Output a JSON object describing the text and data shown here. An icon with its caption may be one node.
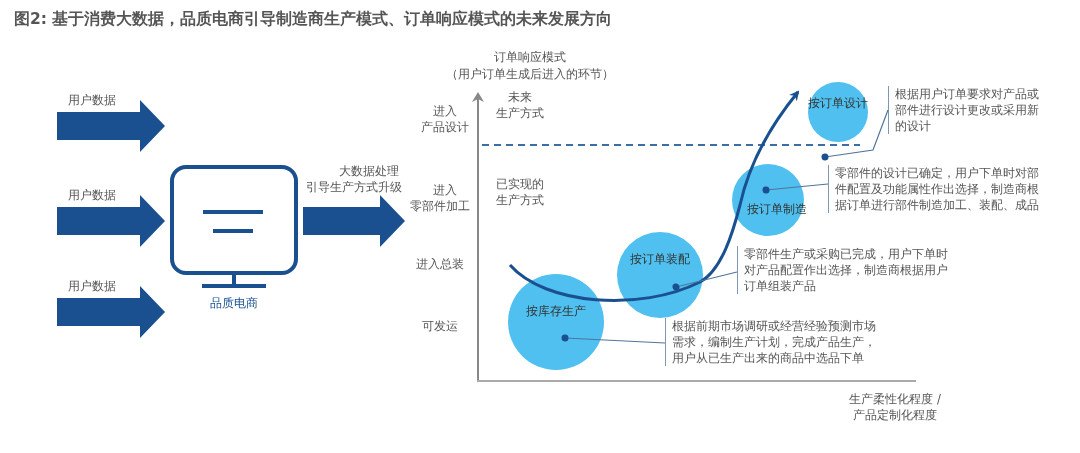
{
  "diagram": {
    "title": "图2: 基于消费大数据，品质电商引导制造商生产模式、订单响应模式的未来发展方向",
    "nodes": [
      {
        "text": [
          "品质电商"
        ]
      },
      {
        "text": [
          "按库存生产"
        ]
      },
      {
        "text": [
          "按订单装配"
        ]
      },
      {
        "text": [
          "按订单制造"
        ]
      },
      {
        "text": [
          "按订单设计"
        ]
      },
      {
        "text": [
          "根据前期市场调研或经营经验预测市场需求，编制生产计划，完成产品生产，用户从已生产出来的商品中选品下单"
        ]
      },
      {
        "text": [
          "零部件生产或采购已完成，用户下单时对产品配置作出选择，制造商根据用户订单组装产品"
        ]
      },
      {
        "text": [
          "零部件的设计已确定，用户下单时对部件配置及功能属性作出选择，制造商根据订单进行部件制造加工、装配、成品"
        ]
      },
      {
        "text": [
          "根据用户订单要求对产品或部件进行设计更改或采用新的设计"
        ]
      }
    ],
    "edges": [
      {
        "from": null,
        "to": 0,
        "arrow": "to",
        "label": "用户数据"
      },
      {
        "from": null,
        "to": 0,
        "arrow": "to",
        "label": "用户数据"
      },
      {
        "from": null,
        "to": 0,
        "arrow": "to",
        "label": "用户数据"
      },
      {
        "from": 0,
        "to": null,
        "arrow": "to",
        "label": "大数据处理引导生产方式升级"
      },
      {
        "from": 5,
        "to": 1,
        "arrow": "other"
      },
      {
        "from": 6,
        "to": 2,
        "arrow": "other"
      },
      {
        "from": 7,
        "to": 3,
        "arrow": "other"
      },
      {
        "from": 8,
        "to": 4,
        "arrow": "other"
      }
    ],
    "labels": [
      "订单响应模式",
      "（用户订单生成后进入的环节）",
      "进入",
      "产品设计",
      "未来",
      "生产方式",
      "进入",
      "零部件加工",
      "已实现的",
      "生产方式",
      "进入总装",
      "可发运",
      "生产柔性化程度 /",
      "产品定制化程度"
    ]
  }
}
